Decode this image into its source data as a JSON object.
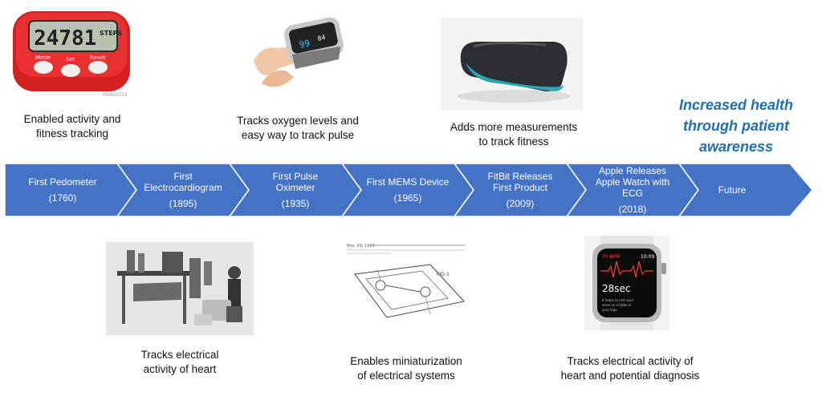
{
  "timeline": {
    "arrow_color": "#4472c4",
    "milestones": [
      {
        "name_lines": [
          "First Pedometer"
        ],
        "year": "(1760)"
      },
      {
        "name_lines": [
          "First",
          "Electrocardiogram"
        ],
        "year": "(1895)"
      },
      {
        "name_lines": [
          "First Pulse",
          "Oximeter"
        ],
        "year": "(1935)"
      },
      {
        "name_lines": [
          "First MEMS Device"
        ],
        "year": "(1965)"
      },
      {
        "name_lines": [
          "FitBit Releases",
          "First Product"
        ],
        "year": "(2009)"
      },
      {
        "name_lines": [
          "Apple Releases",
          "Apple Watch with",
          "ECG"
        ],
        "year": "(2018)"
      },
      {
        "name_lines": [
          "Future"
        ],
        "year": ""
      }
    ]
  },
  "captions_top": [
    {
      "lines": [
        "Enabled activity and",
        "fitness tracking"
      ]
    },
    {
      "lines": [
        "Tracks oxygen levels and",
        "easy way to track pulse"
      ]
    },
    {
      "lines": [
        "Adds more measurements",
        "to track fitness"
      ]
    }
  ],
  "captions_bottom": [
    {
      "lines": [
        "Tracks electrical",
        "activity of heart"
      ]
    },
    {
      "lines": [
        "Enables miniaturization",
        "of electrical systems"
      ]
    },
    {
      "lines": [
        "Tracks electrical activity of",
        "heart and potential diagnosis"
      ]
    }
  ],
  "future_note": {
    "lines": [
      "Increased health",
      "through patient",
      "awareness"
    ],
    "color": "#1f6fb2"
  },
  "images": {
    "pedometer": {
      "display": "24781",
      "unit": "STEPS",
      "buttons": [
        "Mode",
        "Set",
        "Reset"
      ],
      "brand": "Miles3333"
    },
    "oximeter": {
      "reading": "99",
      "reading2": "84"
    },
    "watch": {
      "bpm": "75 BPM",
      "time": "10:09",
      "duration": "28sec",
      "hint": "It helps to rest your arms on a table or your legs."
    }
  }
}
